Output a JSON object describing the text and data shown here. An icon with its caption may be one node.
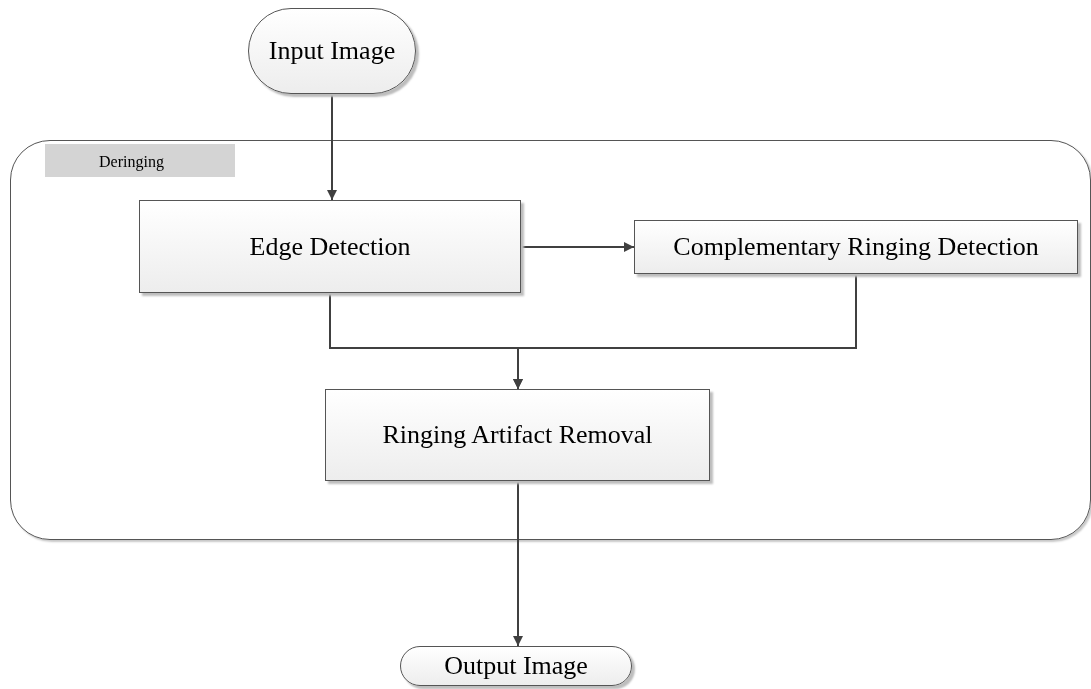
{
  "diagram": {
    "nodes": [
      {
        "text": [
          "Input Image"
        ]
      },
      {
        "text": [
          "Deringing"
        ]
      },
      {
        "text": [
          "Edge Detection"
        ],
        "in": 1
      },
      {
        "text": [
          "Complementary Ringing Detection"
        ],
        "in": 1
      },
      {
        "text": [
          "Ringing Artifact Removal"
        ],
        "in": 1
      },
      {
        "text": [
          "Output Image"
        ]
      }
    ],
    "edges": [
      {
        "from": 0,
        "to": 2,
        "arrow": "to"
      },
      {
        "from": 2,
        "to": 3,
        "arrow": "to"
      },
      {
        "from": 2,
        "to": 4,
        "arrow": "to"
      },
      {
        "from": 3,
        "to": 4,
        "arrow": "to"
      },
      {
        "from": 4,
        "to": 5,
        "arrow": "to"
      }
    ]
  }
}
